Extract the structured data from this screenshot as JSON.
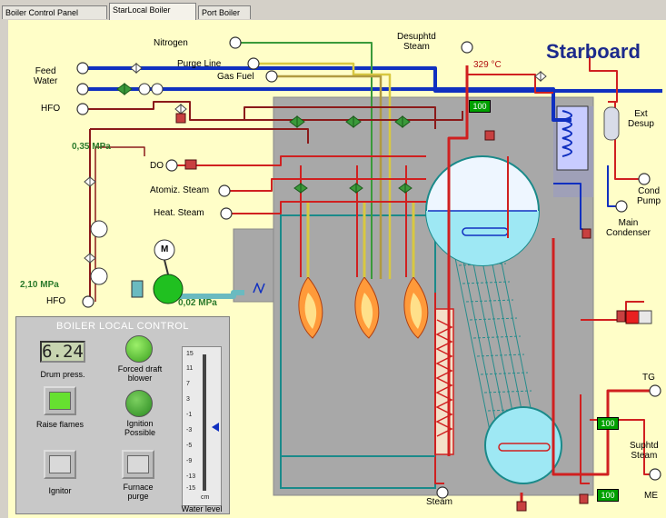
{
  "tabs": [
    {
      "label": "Boiler Control Panel"
    },
    {
      "label": "StarLocal Boiler"
    },
    {
      "label": "Port Boiler"
    }
  ],
  "title": "Starboard",
  "labels": {
    "nitrogen": "Nitrogen",
    "purge_line": "Purge Line",
    "gas_fuel": "Gas Fuel",
    "desuper_steam": "Desuphtd\nSteam",
    "feed_water": "Feed\nWater",
    "hfo_top": "HFO",
    "do": "DO",
    "atomiz_steam": "Atomiz. Steam",
    "heat_steam": "Heat. Steam",
    "hfo_bottom": "HFO",
    "ext_desup": "Ext\nDesup",
    "cond_pump": "Cond\nPump",
    "main_condenser": "Main\nCondenser",
    "tg": "TG",
    "suphtd_steam": "Suphtd\nSteam",
    "me": "ME",
    "steam_bottom": "Steam",
    "fan_motor": "M"
  },
  "pressures": {
    "p1": "0,35 MPa",
    "p2": "2,10 MPa",
    "p3": "0,02 MPa"
  },
  "temperature": "329 °C",
  "meas": {
    "m1": "100",
    "m2": "100",
    "m3": "100"
  },
  "local_control": {
    "title": "BOILER LOCAL CONTROL",
    "drum_pressure_value": "6.24",
    "drum_pressure_label": "Drum press.",
    "forced_draft_label": "Forced draft\nblower",
    "ignition_label": "Ignition\nPossible",
    "raise_flames_label": "Raise flames",
    "ignitor_label": "Ignitor",
    "furnace_purge_label": "Furnace\npurge",
    "water_level_label": "Water level",
    "water_level_ticks": [
      "15",
      "11",
      "7",
      "3",
      "-1",
      "-3",
      "-5",
      "-9",
      "-13",
      "-15"
    ],
    "water_level_unit": "cm",
    "water_level_value": -1
  },
  "colors": {
    "water": "#1030c0",
    "steam": "#d02020",
    "fuel": "#8b1a1a",
    "gas": "#d8c840",
    "purge": "#3a9a3a",
    "teal": "#1a8a8a",
    "drum": "#9ee8f4",
    "panel": "#fffec8",
    "furnace": "#a8a8a8"
  },
  "icons": [
    "valve-icon",
    "pump-icon",
    "fan-motor-icon",
    "flame-icon",
    "heat-exchanger-icon",
    "check-valve-icon",
    "shutoff-valve-icon",
    "tank-icon"
  ]
}
